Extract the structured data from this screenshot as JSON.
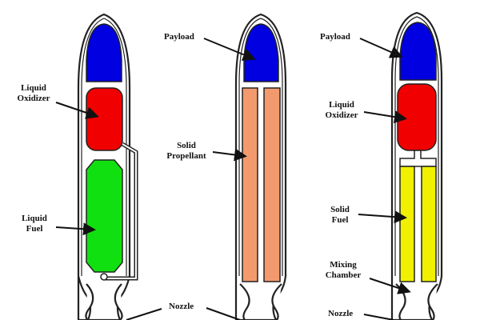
{
  "diagram": {
    "rockets": [
      {
        "type": "liquid",
        "parts": [
          "payload",
          "liquid-oxidizer",
          "liquid-fuel",
          "nozzle"
        ]
      },
      {
        "type": "solid",
        "parts": [
          "payload",
          "solid-propellant",
          "nozzle"
        ]
      },
      {
        "type": "hybrid",
        "parts": [
          "payload",
          "liquid-oxidizer",
          "solid-fuel",
          "mixing-chamber",
          "nozzle"
        ]
      }
    ],
    "labels": {
      "liquid_oxidizer_1": [
        "Liquid",
        "Oxidizer"
      ],
      "liquid_fuel": [
        "Liquid",
        "Fuel"
      ],
      "payload_2": "Payload",
      "solid_propellant": [
        "Solid",
        "Propellant"
      ],
      "nozzle_1": "Nozzle",
      "payload_3": "Payload",
      "liquid_oxidizer_3": [
        "Liquid",
        "Oxidizer"
      ],
      "solid_fuel": [
        "Solid",
        "Fuel"
      ],
      "mixing_chamber": [
        "Mixing",
        "Chamber"
      ],
      "nozzle_3": "Nozzle"
    },
    "colors": {
      "payload": "#0000e0",
      "oxidizer": "#f00000",
      "liquid_fuel": "#10e010",
      "solid_propellant": "#f29a6e",
      "solid_fuel": "#f0f000"
    }
  }
}
